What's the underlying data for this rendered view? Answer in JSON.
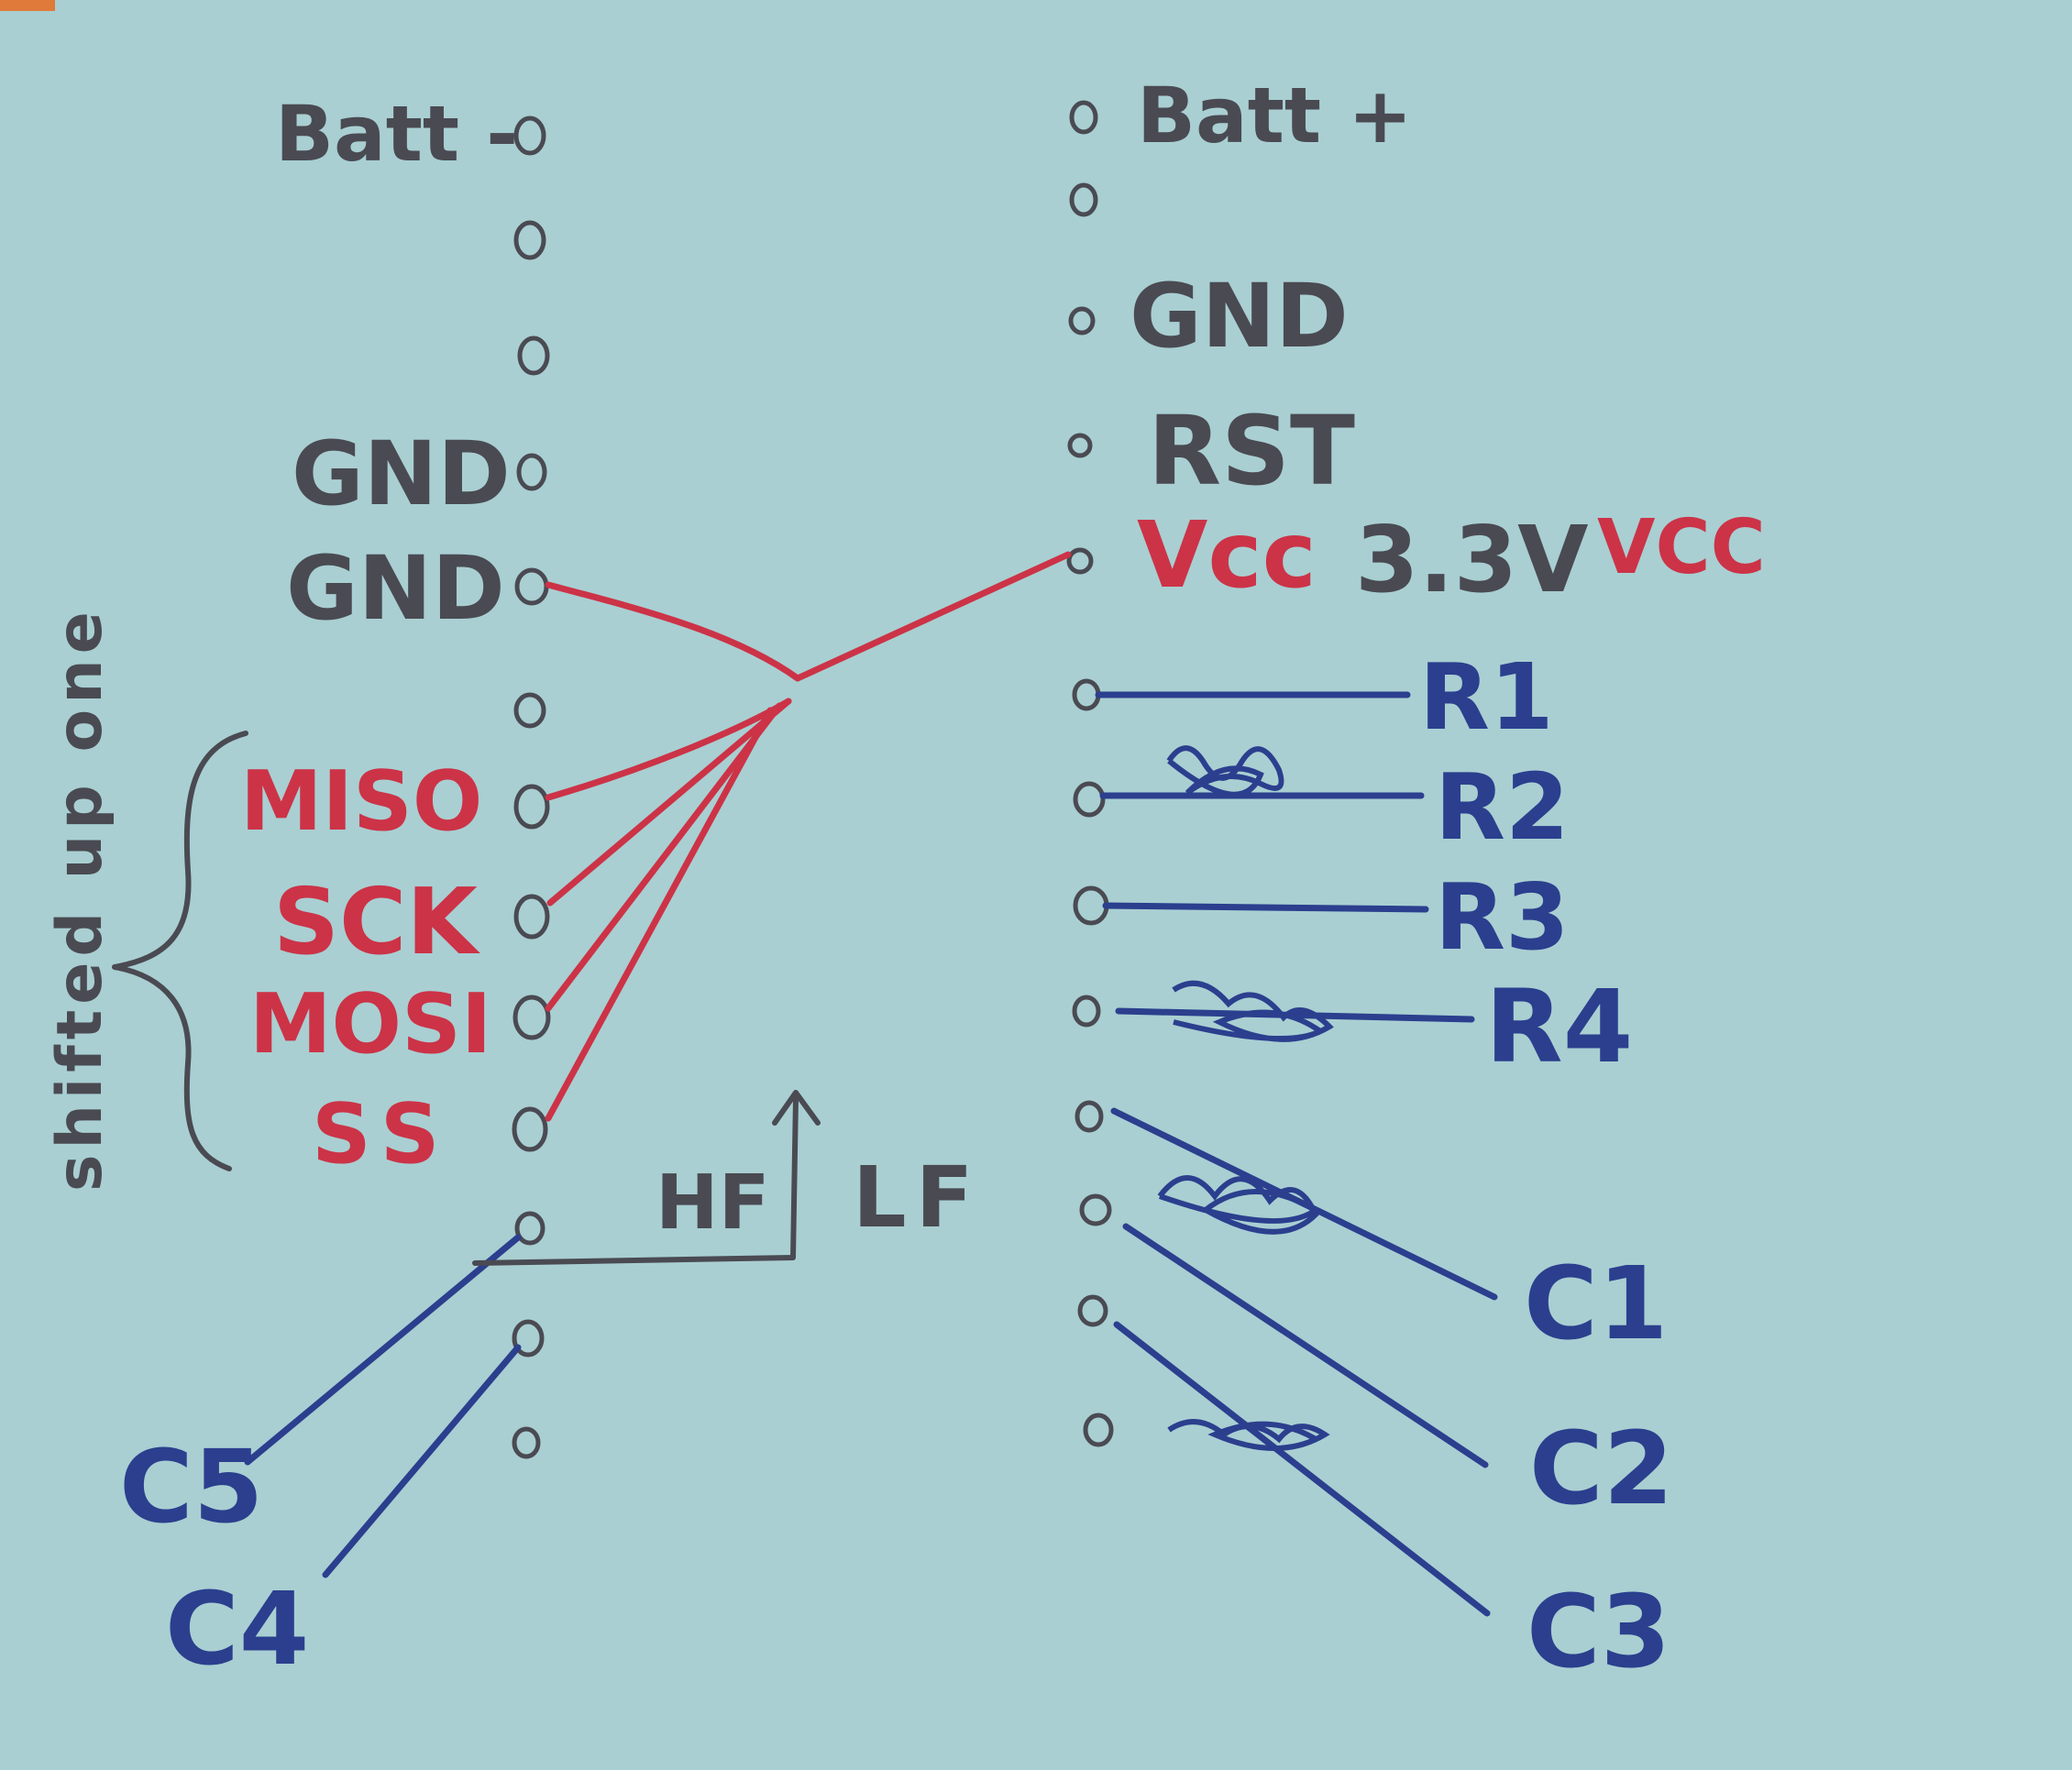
{
  "colors": {
    "paper": "#a9cfd2",
    "pencil": "#4a4a52",
    "red": "#cc3347",
    "blue": "#2b3f8e"
  },
  "left_header": {
    "batt_minus": "Batt -"
  },
  "left_labels": {
    "gnd_1": "GND",
    "gnd_2": "GND",
    "miso": "MISO",
    "sck": "SCK",
    "mosi": "MOSI",
    "ss": "SS"
  },
  "brace_note": "shifted up one",
  "switch_labels": {
    "hf": "HF",
    "lf": "LF"
  },
  "right_labels": {
    "batt_plus": "Batt +",
    "gnd": "GND",
    "rst": "RST",
    "vcc": "Vcc",
    "vcc_note": "3.3V",
    "vcc_note_red": "VCC"
  },
  "row_labels": [
    "R1",
    "R2",
    "R3",
    "R4"
  ],
  "col_labels_right": [
    "C1",
    "C2",
    "C3"
  ],
  "col_labels_left": [
    "C5",
    "C4"
  ]
}
